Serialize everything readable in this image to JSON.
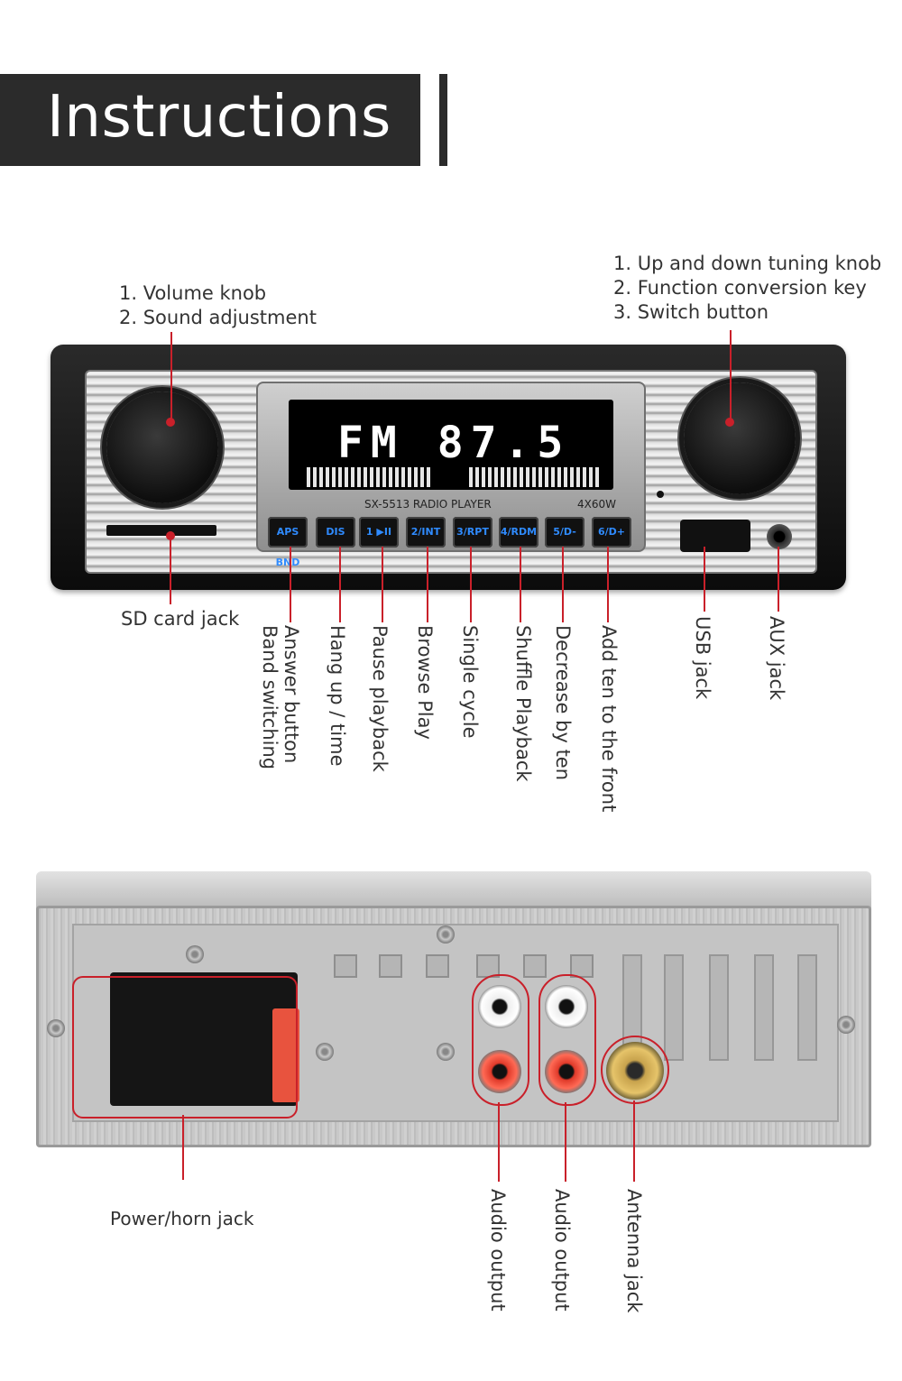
{
  "header": {
    "title": "Instructions"
  },
  "front": {
    "left_knob_notes": [
      "1. Volume knob",
      "2. Sound adjustment"
    ],
    "right_knob_notes": [
      "1. Up and down tuning knob",
      "2. Function conversion key",
      "3. Switch button"
    ],
    "display": {
      "frequency": "FM 87.5",
      "model": "SX-5513   RADIO PLAYER",
      "power": "4X60W"
    },
    "buttons": [
      "APS BND",
      "DIS",
      "1 ▶II",
      "2/INT",
      "3/RPT",
      "4/RDM",
      "5/D-",
      "6/D+"
    ],
    "labels": {
      "sd": "SD card jack",
      "answer": "Answer button",
      "band": "Band switching",
      "hangup": "Hang up / time",
      "pause": "Pause playback",
      "browse": "Browse Play",
      "single": "Single cycle",
      "shuffle": "Shuffle Playback",
      "decrease": "Decrease by ten",
      "add": "Add ten to the front",
      "usb": "USB jack",
      "aux": "AUX jack"
    }
  },
  "back": {
    "labels": {
      "power": "Power/horn jack",
      "audio1": "Audio output",
      "audio2": "Audio output",
      "antenna": "Antenna jack"
    }
  },
  "colors": {
    "accent": "#c9202a",
    "header_bg": "#2b2b2b",
    "button_text": "#2f8bff"
  }
}
